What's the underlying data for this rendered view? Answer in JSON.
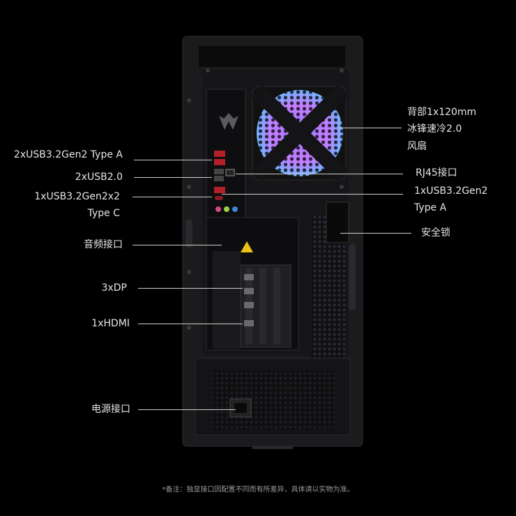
{
  "callouts": {
    "usb32gen2_typea_front": "2xUSB3.2Gen2 Type A",
    "usb20": "2xUSB2.0",
    "usb_c_line1": "1xUSB3.2Gen2x2",
    "usb_c_line2": "Type C",
    "audio": "音频接口",
    "dp": "3xDP",
    "hdmi": "1xHDMI",
    "power": "电源接口",
    "fan_line1": "背部1x120mm",
    "fan_line2": "冰锋速冷2.0",
    "fan_line3": "风扇",
    "rj45": "RJ45接口",
    "usb_a_rear_line1": "1xUSB3.2Gen2",
    "usb_a_rear_line2": "Type A",
    "lock": "安全锁"
  },
  "footnote": "*备注：独显接口因配置不同而有所差异，具体请以实物为准。"
}
